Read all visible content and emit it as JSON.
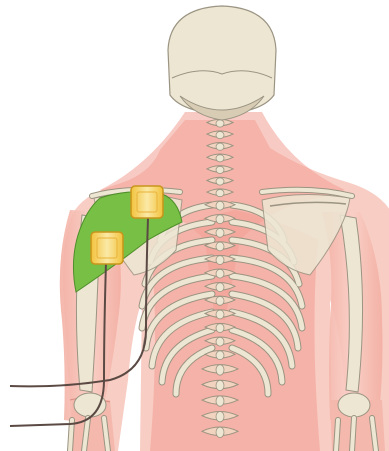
{
  "colors": {
    "background": "#ffffff",
    "muscle": "#f6b9ae",
    "muscle_dark": "#ea8f84",
    "muscle_highlighted": "#78bf45",
    "bone": "#ede6d3",
    "bone_outline": "#9b9482",
    "vertebra": "#f2d3bf",
    "electrode_pad": "#f7d35a",
    "electrode_border": "#c8951a",
    "lead_wire": "#5b4a44"
  },
  "icons": [
    "skull",
    "spine",
    "rib-cage",
    "scapula",
    "humerus",
    "electrode-pad",
    "lead-wire"
  ]
}
